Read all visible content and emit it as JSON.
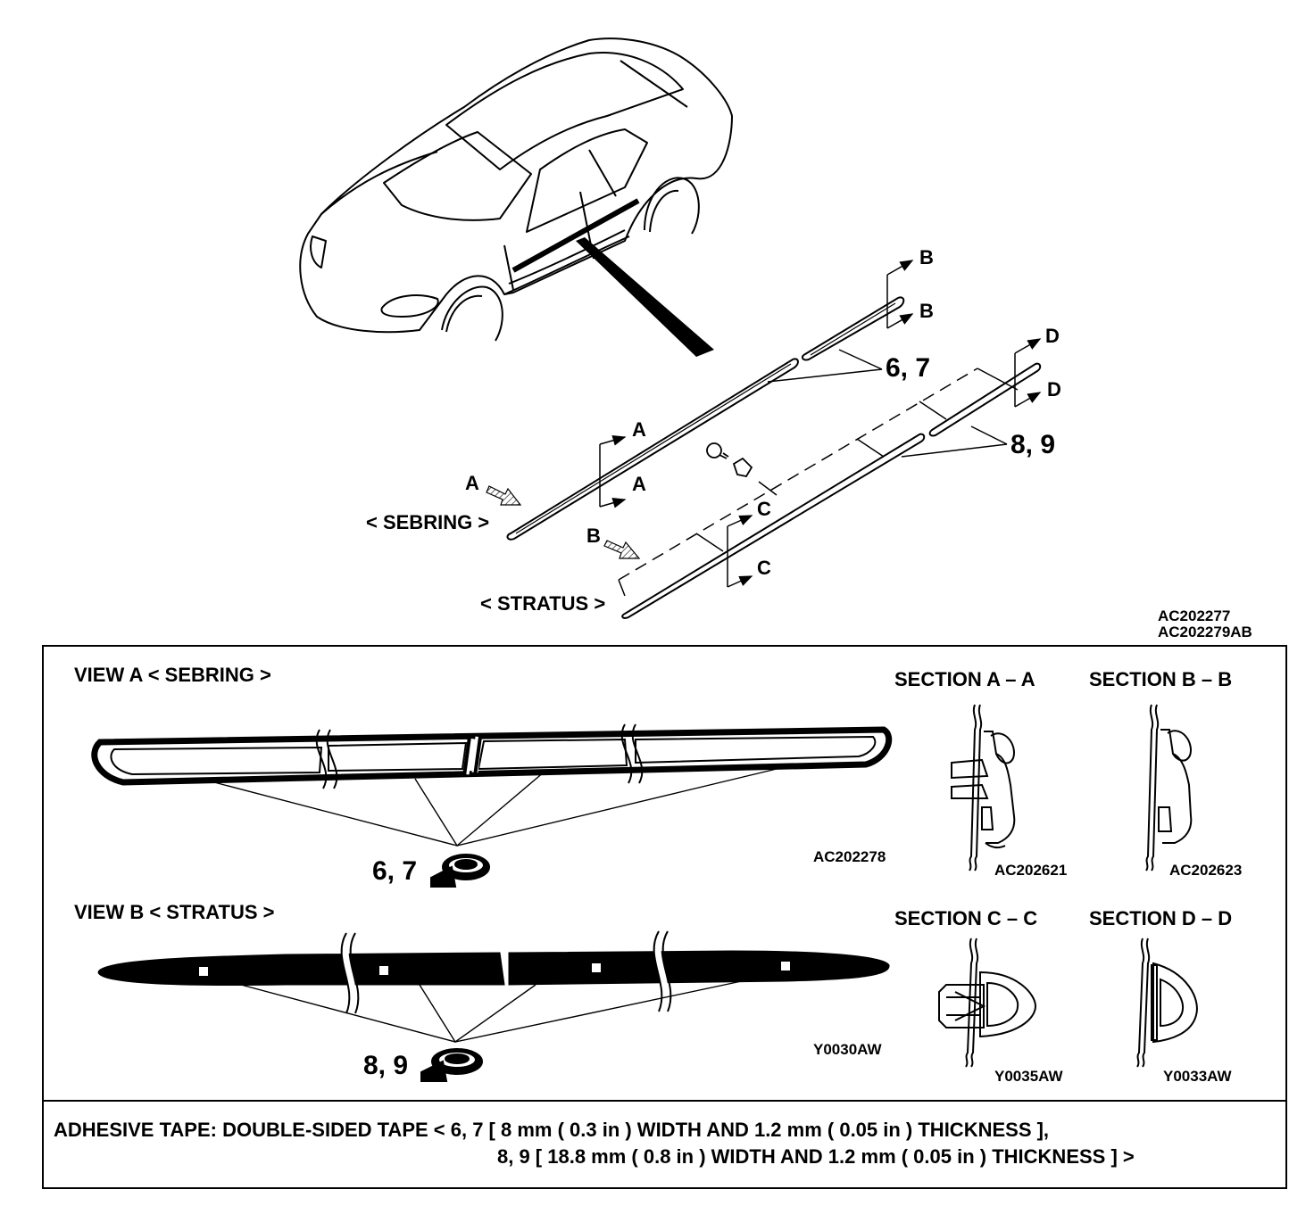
{
  "top_view": {
    "label_sebring": "< SEBRING >",
    "label_stratus": "< STRATUS >",
    "view_arrow_a": "A",
    "view_arrow_b": "B",
    "section_b_top": "B",
    "section_b_bottom": "B",
    "section_d_top": "D",
    "section_d_bottom": "D",
    "section_a_top": "A",
    "section_a_bottom": "A",
    "section_c_top": "C",
    "section_c_bottom": "C",
    "part_6_7": "6, 7",
    "part_8_9": "8, 9",
    "figure_code_1": "AC202277",
    "figure_code_2": "AC202279AB"
  },
  "view_a": {
    "title": "VIEW A  < SEBRING >",
    "tape_label": "6, 7",
    "code": "AC202278"
  },
  "view_b": {
    "title": "VIEW B  < STRATUS >",
    "tape_label": "8, 9",
    "code": "Y0030AW"
  },
  "sections": {
    "aa_title": "SECTION A – A",
    "aa_code": "AC202621",
    "bb_title": "SECTION B – B",
    "bb_code": "AC202623",
    "cc_title": "SECTION C – C",
    "cc_code": "Y0035AW",
    "dd_title": "SECTION D – D",
    "dd_code": "Y0033AW"
  },
  "footer": {
    "line1": "ADHESIVE TAPE: DOUBLE-SIDED TAPE < 6, 7 [ 8 mm ( 0.3 in ) WIDTH AND 1.2 mm ( 0.05 in ) THICKNESS ],",
    "line2": "8, 9 [ 18.8 mm ( 0.8 in ) WIDTH AND 1.2 mm ( 0.05 in ) THICKNESS ] >"
  }
}
